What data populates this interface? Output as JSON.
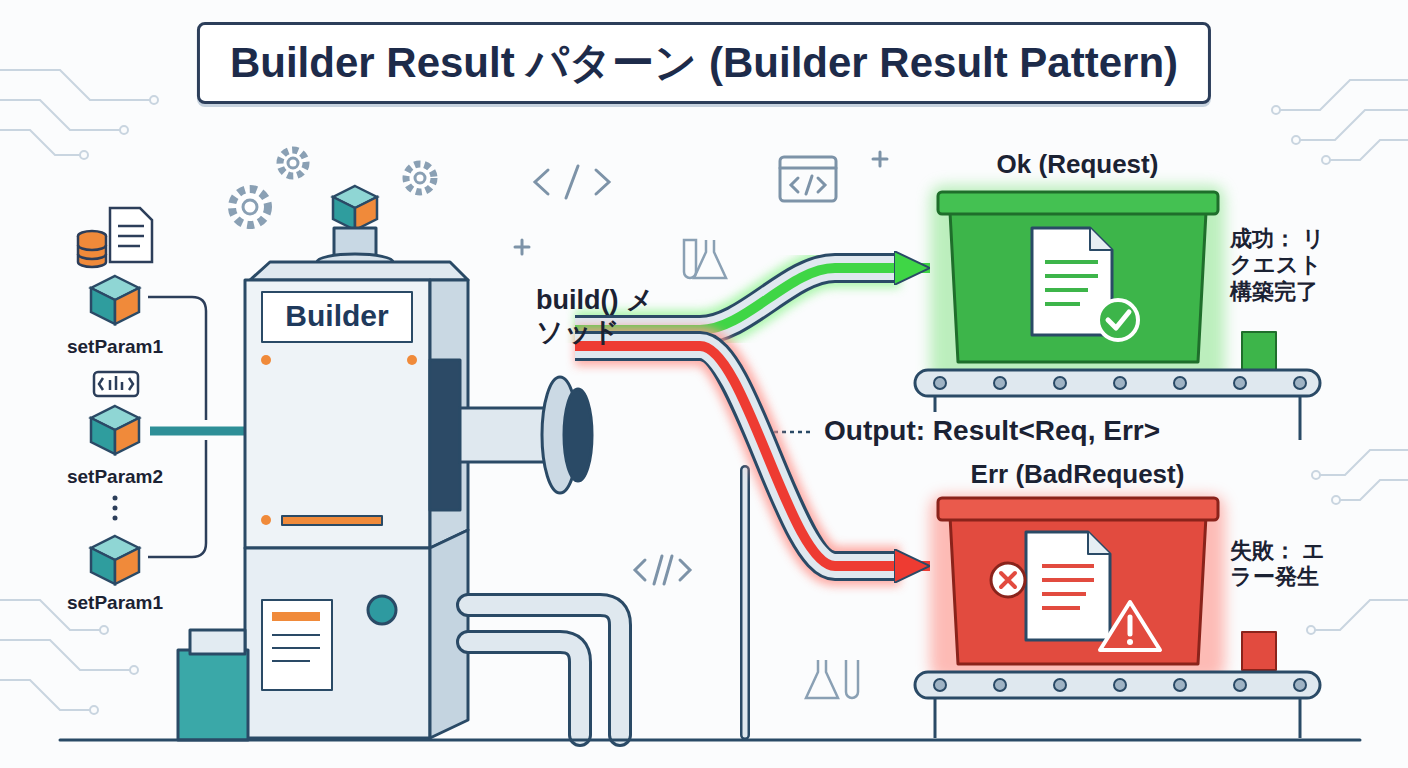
{
  "diagram": {
    "title": "Builder Result パターン (Builder Result Pattern)",
    "nodes": [
      {
        "text": [
          "Builder"
        ]
      },
      {
        "text": [
          "Ok (Request)"
        ]
      },
      {
        "text": [
          "Err (BadRequest)"
        ]
      }
    ],
    "edges": [
      {
        "from": 0,
        "to": 1,
        "arrow": "to"
      },
      {
        "from": 0,
        "to": 2,
        "arrow": "to"
      }
    ],
    "labels": [
      "setParam1",
      "setParam2",
      "setParam1",
      "build() メソッド",
      "Output: Result<Req, Err>",
      "成功： リクエスト 構築完了",
      "失敗： エラー発生"
    ]
  }
}
